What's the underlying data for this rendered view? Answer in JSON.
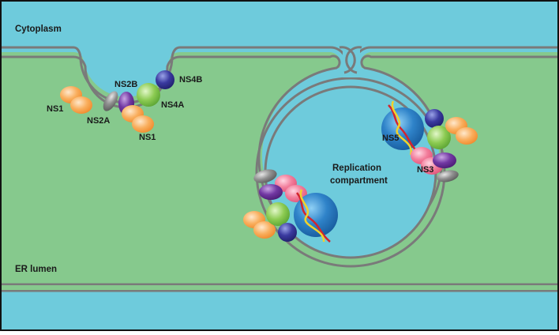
{
  "regions": {
    "cytoplasm": "Cytoplasm",
    "er_lumen": "ER lumen"
  },
  "compartment": {
    "line1": "Replication",
    "line2": "compartment"
  },
  "proteins": {
    "ns1_left": "NS1",
    "ns2a": "NS2A",
    "ns2b": "NS2B",
    "ns4b": "NS4B",
    "ns4a": "NS4A",
    "ns1_bottom": "NS1",
    "ns5": "NS5",
    "ns3": "NS3"
  },
  "colors": {
    "cytoplasm": "#6ecbdc",
    "er_lumen": "#86c98d",
    "membrane": "#7a7a7a",
    "ns1": "#f7a04a",
    "ns2a": "#8a8a8a",
    "ns2b": "#6b2f97",
    "ns4a": "#7cc145",
    "ns4b": "#2f2f8e",
    "ns3": "#f06b8e",
    "ns5": "#1f67b2",
    "rna_red": "#d3242e",
    "rna_yellow": "#f2d22a"
  },
  "icons": {
    "ns1": "orange-double-lobe",
    "ns2a": "grey-ellipse",
    "ns2b": "purple-ellipse",
    "ns4a": "green-sphere",
    "ns4b": "dark-blue-sphere",
    "ns3": "pink-double-lobe",
    "ns5": "blue-sphere",
    "rna": "red-yellow-double-helix"
  }
}
